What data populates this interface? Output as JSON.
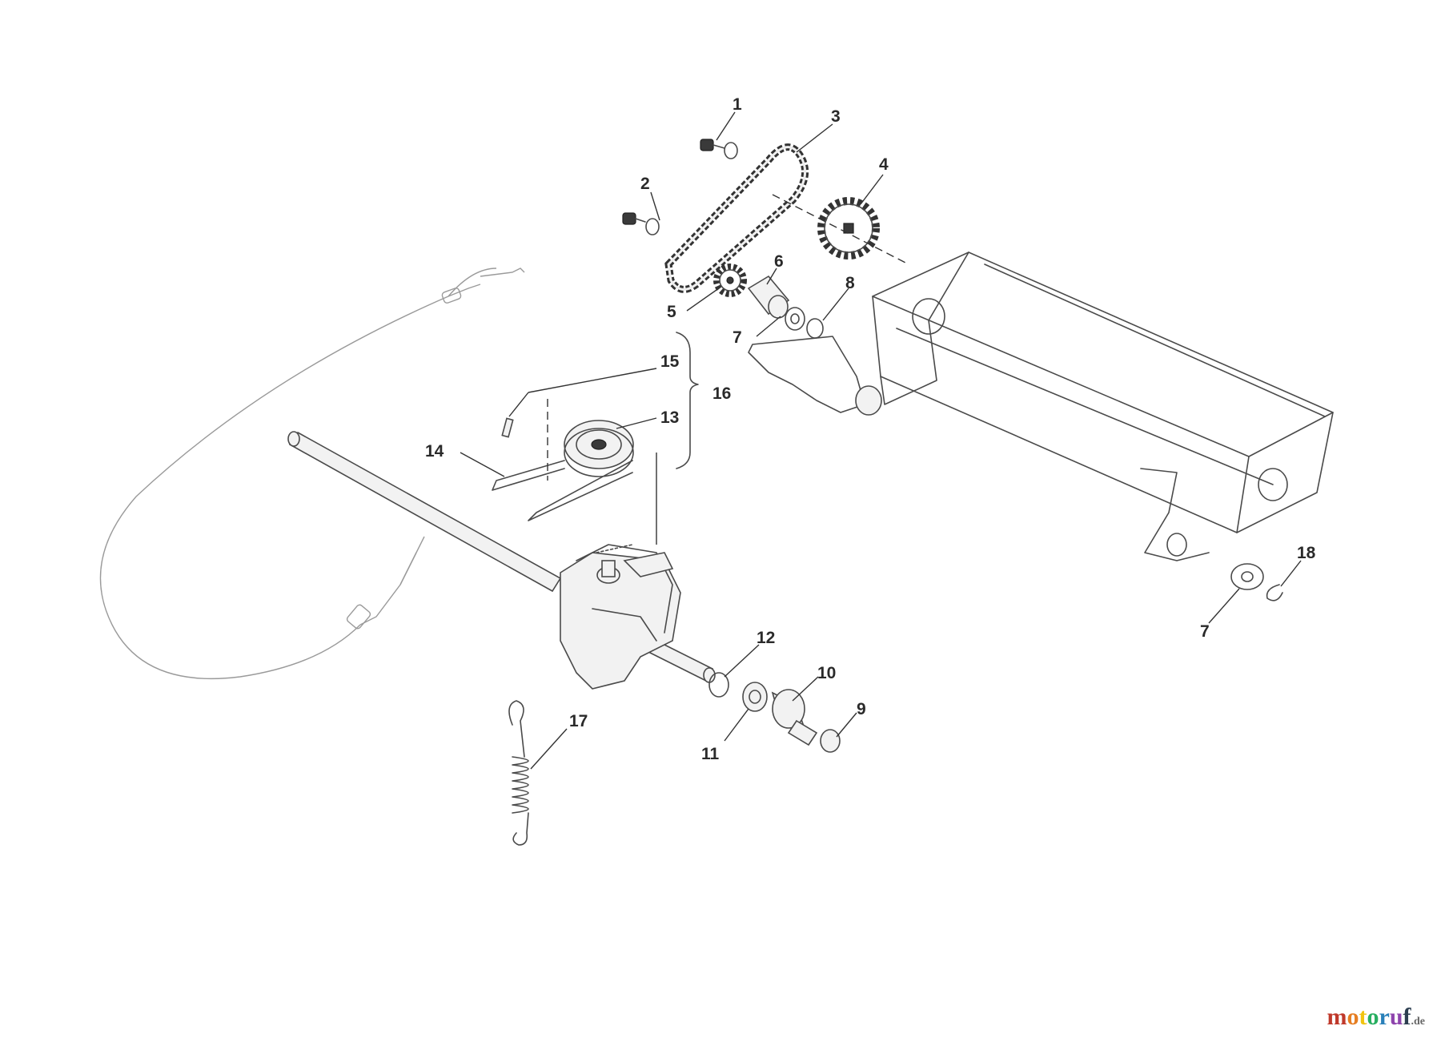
{
  "diagram": {
    "callouts": [
      {
        "id": "c1",
        "label": "1"
      },
      {
        "id": "c2",
        "label": "2"
      },
      {
        "id": "c3",
        "label": "3"
      },
      {
        "id": "c4",
        "label": "4"
      },
      {
        "id": "c5",
        "label": "5"
      },
      {
        "id": "c6",
        "label": "6"
      },
      {
        "id": "c7a",
        "label": "7"
      },
      {
        "id": "c8",
        "label": "8"
      },
      {
        "id": "c7b",
        "label": "7"
      },
      {
        "id": "c15",
        "label": "15"
      },
      {
        "id": "c16",
        "label": "16"
      },
      {
        "id": "c13",
        "label": "13"
      },
      {
        "id": "c14",
        "label": "14"
      },
      {
        "id": "c12",
        "label": "12"
      },
      {
        "id": "c10",
        "label": "10"
      },
      {
        "id": "c9",
        "label": "9"
      },
      {
        "id": "c11",
        "label": "11"
      },
      {
        "id": "c17",
        "label": "17"
      },
      {
        "id": "c18",
        "label": "18"
      }
    ]
  },
  "watermark": {
    "brand_letters": [
      "m",
      "o",
      "t",
      "o",
      "r",
      "u",
      "f"
    ],
    "brand_colors": [
      "#c0392b",
      "#e67e22",
      "#f1c40f",
      "#27ae60",
      "#2980b9",
      "#8e44ad",
      "#2c3e50"
    ],
    "tld": ".de"
  }
}
